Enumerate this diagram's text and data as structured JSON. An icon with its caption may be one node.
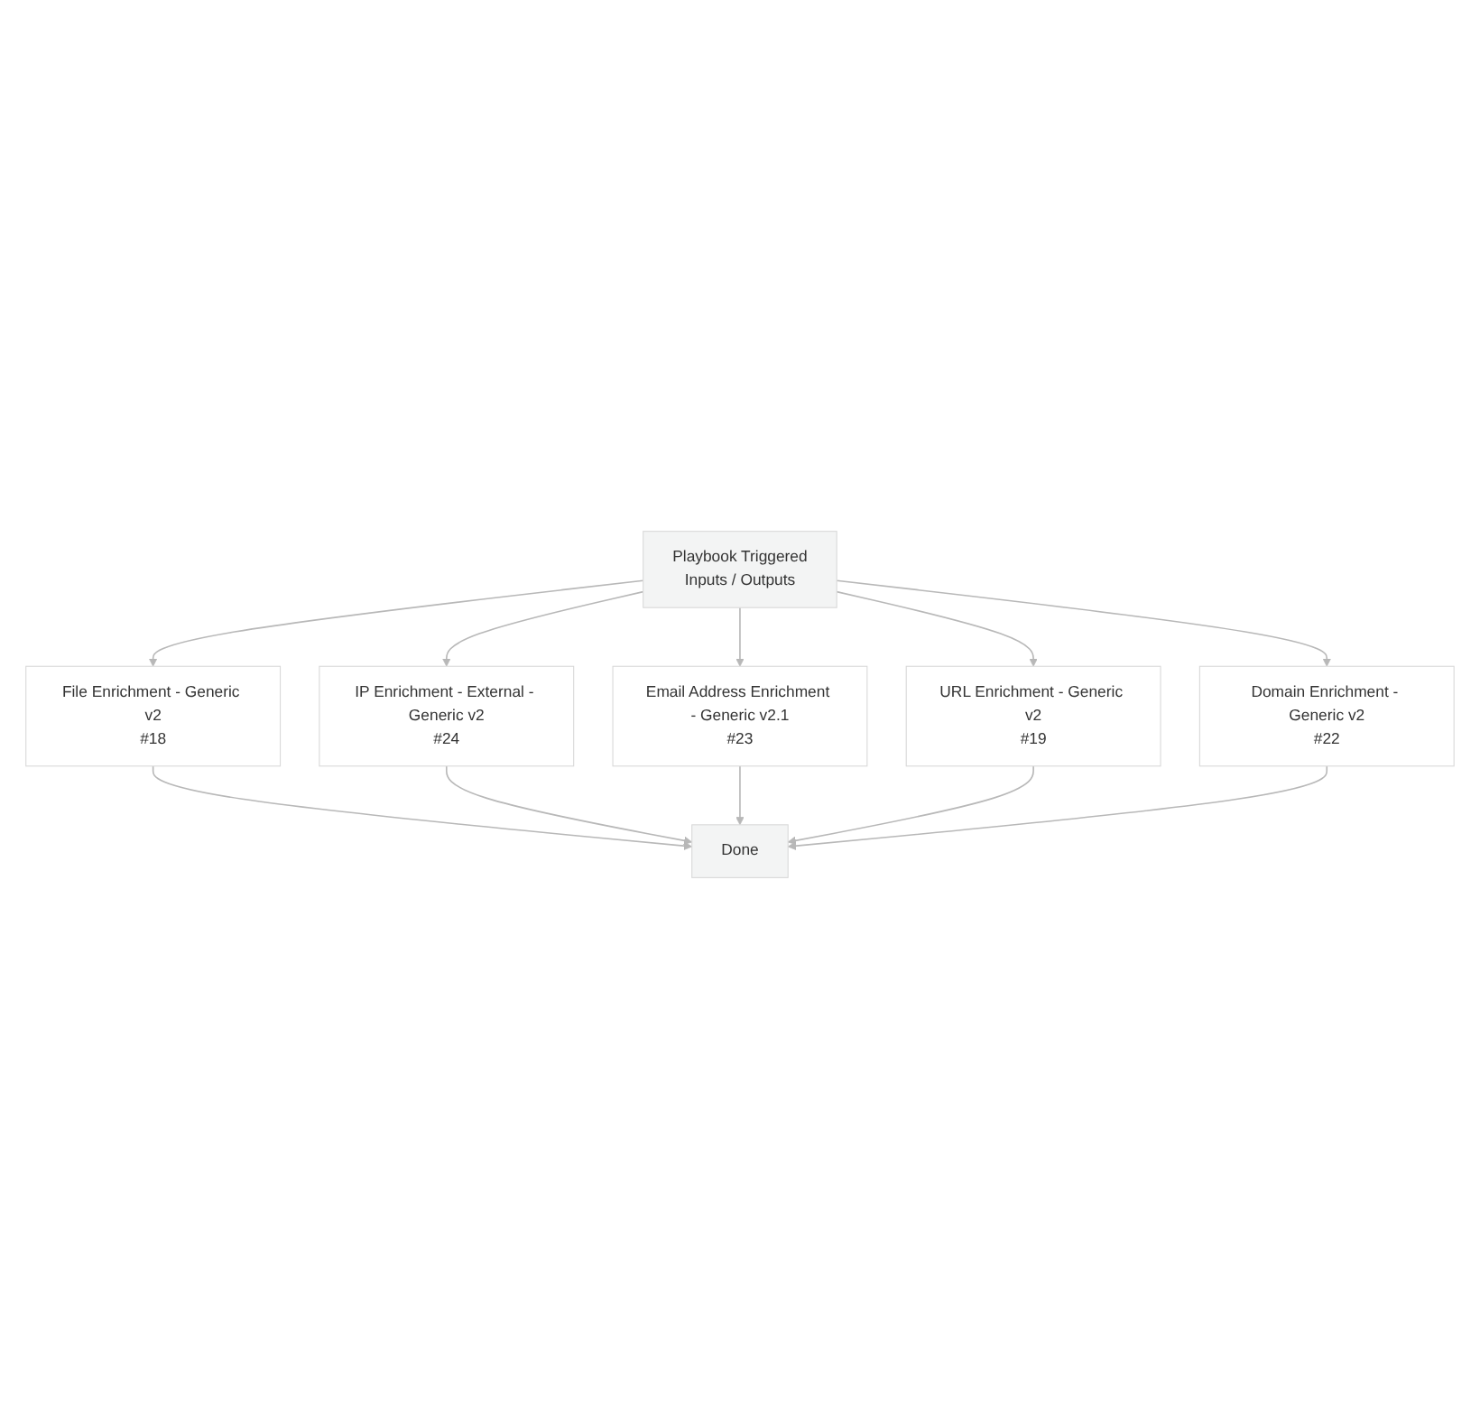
{
  "diagram": {
    "nodes": [
      {
        "text": [
          "Playbook Triggered",
          "Inputs / Outputs"
        ]
      },
      {
        "text": [
          "File Enrichment - Generic v2",
          "#18"
        ]
      },
      {
        "text": [
          "IP Enrichment - External - Generic v2",
          "#24"
        ]
      },
      {
        "text": [
          "Email Address Enrichment - Generic v2.1",
          "#23"
        ]
      },
      {
        "text": [
          "URL Enrichment - Generic v2",
          "#19"
        ]
      },
      {
        "text": [
          "Domain Enrichment - Generic v2",
          "#22"
        ]
      },
      {
        "text": [
          "Done"
        ]
      }
    ],
    "edges": [
      {
        "from": 0,
        "to": 1,
        "arrow": "to"
      },
      {
        "from": 0,
        "to": 2,
        "arrow": "to"
      },
      {
        "from": 0,
        "to": 3,
        "arrow": "to"
      },
      {
        "from": 0,
        "to": 4,
        "arrow": "to"
      },
      {
        "from": 0,
        "to": 5,
        "arrow": "to"
      },
      {
        "from": 1,
        "to": 6,
        "arrow": "to"
      },
      {
        "from": 2,
        "to": 6,
        "arrow": "to"
      },
      {
        "from": 3,
        "to": 6,
        "arrow": "to"
      },
      {
        "from": 4,
        "to": 6,
        "arrow": "to"
      },
      {
        "from": 5,
        "to": 6,
        "arrow": "to"
      }
    ]
  }
}
